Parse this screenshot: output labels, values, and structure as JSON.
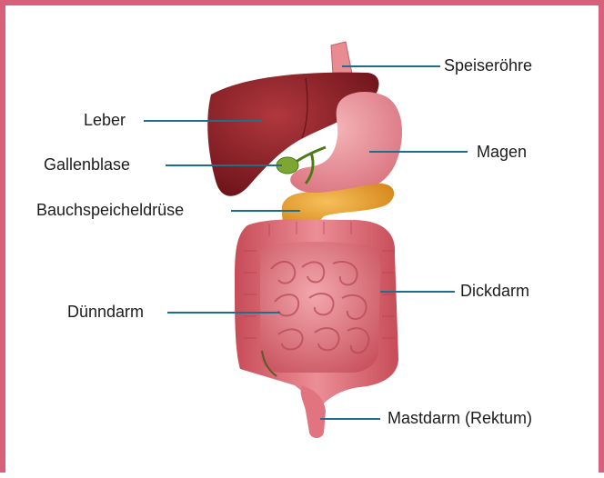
{
  "labels": {
    "speiseroehre": "Speiseröhre",
    "leber": "Leber",
    "gallenblase": "Gallenblase",
    "bauchspeicheldruese": "Bauchspeicheldrüse",
    "magen": "Magen",
    "duenndarm": "Dünndarm",
    "dickdarm": "Dickdarm",
    "mastdarm": "Mastdarm (Rektum)"
  },
  "colors": {
    "frame": "#d9607a",
    "leader_line": "#1f6f8b",
    "liver": "#8e2128",
    "stomach": "#e58a94",
    "intestine": "#e0727c",
    "pancreas": "#e49a2c",
    "gallbladder": "#6f9a2a"
  }
}
